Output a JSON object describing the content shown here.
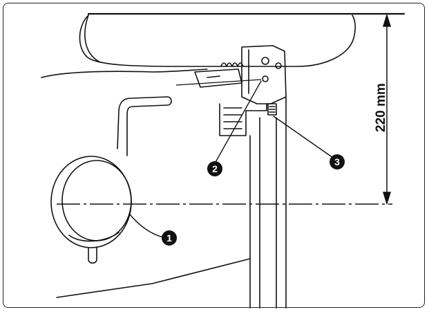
{
  "dimension": {
    "label": "220 mm"
  },
  "callouts": [
    {
      "label": "1"
    },
    {
      "label": "2"
    },
    {
      "label": "3"
    }
  ],
  "colors": {
    "line": "#111111",
    "background": "#ffffff"
  }
}
